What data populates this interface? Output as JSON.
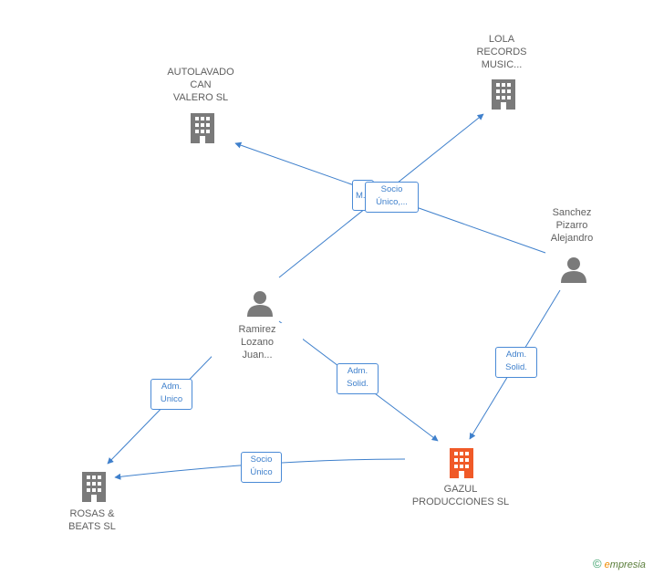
{
  "colors": {
    "edge": "#3f80cc",
    "company": "#7a7a7a",
    "company_highlight": "#f05a28",
    "person": "#7a7a7a"
  },
  "nodes": {
    "autolavado": {
      "label": "AUTOLAVADO\nCAN\nVALERO SL",
      "icon": "building-icon"
    },
    "lola": {
      "label": "LOLA\nRECORDS\nMUSIC...",
      "icon": "building-icon"
    },
    "sanchez": {
      "label": "Sanchez\nPizarro\nAlejandro",
      "icon": "person-icon"
    },
    "ramirez": {
      "label": "Ramirez\nLozano\nJuan...",
      "icon": "person-icon"
    },
    "rosas": {
      "label": "ROSAS &\nBEATS SL",
      "icon": "building-icon"
    },
    "gazul": {
      "label": "GAZUL\nPRODUCCIONES SL",
      "icon": "building-icon"
    }
  },
  "edges": {
    "sanchez_autolavado": "M...",
    "sanchez_lola": "Socio\nÚnico,...",
    "sanchez_gazul": "Adm.\nSolid.",
    "ramirez_rosas": "Adm.\nUnico",
    "ramirez_gazul": "Adm.\nSolid.",
    "gazul_rosas": "Socio\nÚnico"
  },
  "footer": {
    "copyright": "©",
    "brand_initial": "e",
    "brand_rest": "mpresia"
  }
}
